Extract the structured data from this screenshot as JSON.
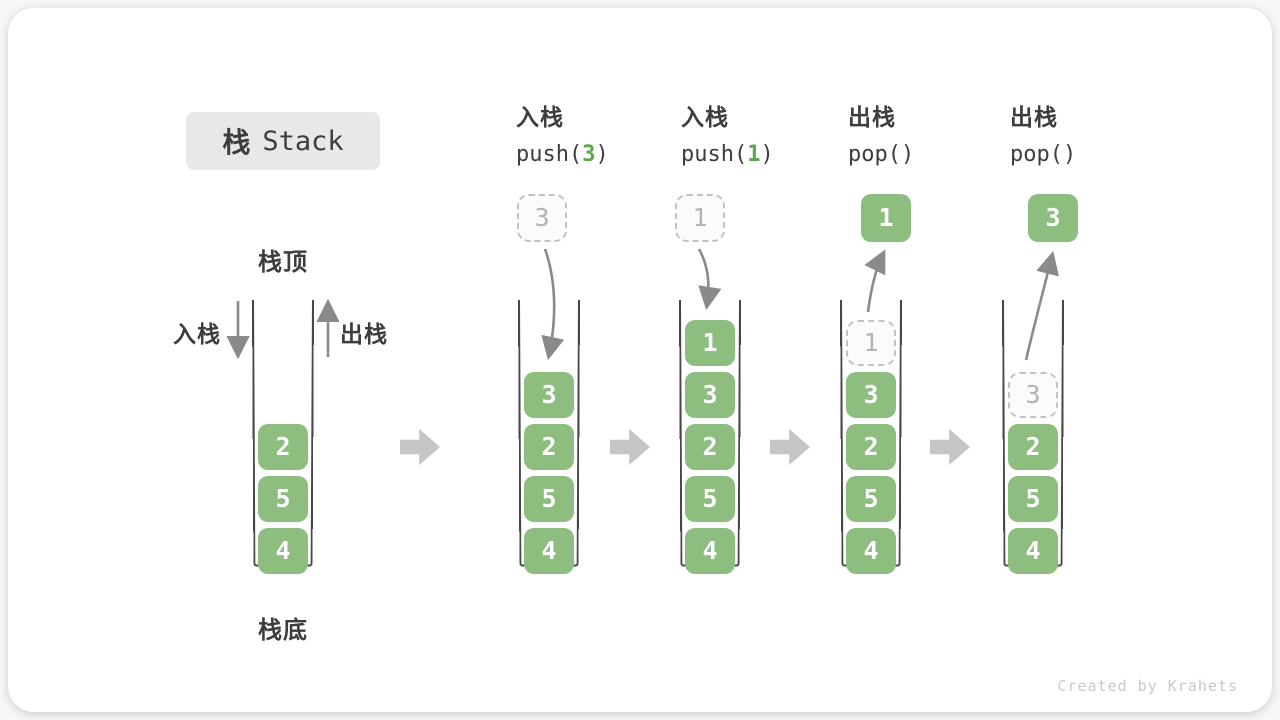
{
  "title": {
    "zh": "栈",
    "en": "Stack"
  },
  "side_labels": {
    "stack_top": "栈顶",
    "stack_bottom": "栈底",
    "push": "入栈",
    "pop": "出栈"
  },
  "operations": [
    {
      "label_zh": "入栈",
      "code_pre": "push(",
      "code_arg": "3",
      "code_post": ")"
    },
    {
      "label_zh": "入栈",
      "code_pre": "push(",
      "code_arg": "1",
      "code_post": ")"
    },
    {
      "label_zh": "出栈",
      "code_pre": "pop(",
      "code_arg": "",
      "code_post": ")"
    },
    {
      "label_zh": "出栈",
      "code_pre": "pop(",
      "code_arg": "",
      "code_post": ")"
    }
  ],
  "floats": [
    {
      "value": "3",
      "variant": "ghost"
    },
    {
      "value": "1",
      "variant": "ghost"
    },
    {
      "value": "1",
      "variant": "solid"
    },
    {
      "value": "3",
      "variant": "solid"
    }
  ],
  "stacks": [
    {
      "name": "initial",
      "cells": [
        {
          "v": "2"
        },
        {
          "v": "5"
        },
        {
          "v": "4"
        }
      ]
    },
    {
      "name": "after-push-3",
      "cells": [
        {
          "v": "3"
        },
        {
          "v": "2"
        },
        {
          "v": "5"
        },
        {
          "v": "4"
        }
      ]
    },
    {
      "name": "after-push-1",
      "cells": [
        {
          "v": "1"
        },
        {
          "v": "3"
        },
        {
          "v": "2"
        },
        {
          "v": "5"
        },
        {
          "v": "4"
        }
      ]
    },
    {
      "name": "after-pop-1",
      "cells": [
        {
          "v": "1",
          "ghost": true
        },
        {
          "v": "3"
        },
        {
          "v": "2"
        },
        {
          "v": "5"
        },
        {
          "v": "4"
        }
      ]
    },
    {
      "name": "after-pop-3",
      "cells": [
        {
          "v": "3",
          "ghost": true
        },
        {
          "v": "2"
        },
        {
          "v": "5"
        },
        {
          "v": "4"
        }
      ]
    }
  ],
  "watermark": "Created by Krahets",
  "colors": {
    "cell_green": "#8dbe7f",
    "code_green": "#5ea74e",
    "arrow_gray": "#8a8a8a",
    "chevron_gray": "#c5c5c5",
    "title_bg": "#e8e8e8",
    "ink": "#3d3d3d",
    "ghost_border": "#c2c2c2",
    "ghost_text": "#b3b3b3"
  }
}
